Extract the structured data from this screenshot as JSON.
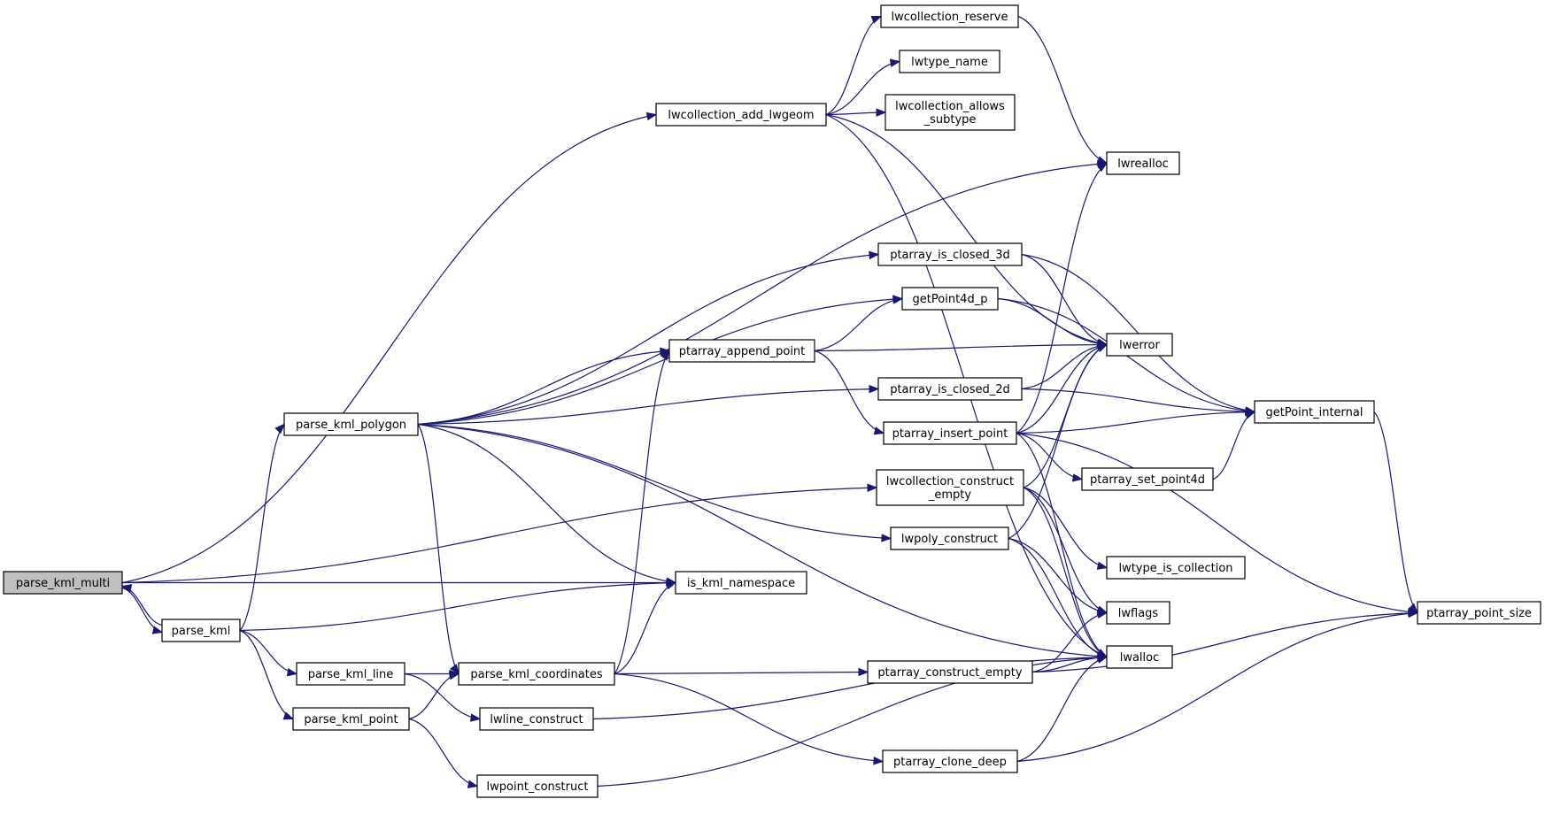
{
  "graph": {
    "root": "parse_kml_multi",
    "nodes": [
      {
        "id": "parse_kml_multi",
        "lines": [
          "parse_kml_multi"
        ]
      },
      {
        "id": "parse_kml",
        "lines": [
          "parse_kml"
        ]
      },
      {
        "id": "parse_kml_polygon",
        "lines": [
          "parse_kml_polygon"
        ]
      },
      {
        "id": "parse_kml_line",
        "lines": [
          "parse_kml_line"
        ]
      },
      {
        "id": "parse_kml_point",
        "lines": [
          "parse_kml_point"
        ]
      },
      {
        "id": "parse_kml_coordinates",
        "lines": [
          "parse_kml_coordinates"
        ]
      },
      {
        "id": "is_kml_namespace",
        "lines": [
          "is_kml_namespace"
        ]
      },
      {
        "id": "lwline_construct",
        "lines": [
          "lwline_construct"
        ]
      },
      {
        "id": "lwpoint_construct",
        "lines": [
          "lwpoint_construct"
        ]
      },
      {
        "id": "lwcollection_add_lwgeom",
        "lines": [
          "lwcollection_add_lwgeom"
        ]
      },
      {
        "id": "ptarray_append_point",
        "lines": [
          "ptarray_append_point"
        ]
      },
      {
        "id": "lwcollection_reserve",
        "lines": [
          "lwcollection_reserve"
        ]
      },
      {
        "id": "lwtype_name",
        "lines": [
          "lwtype_name"
        ]
      },
      {
        "id": "lwcollection_allows_subtype",
        "lines": [
          "lwcollection_allows",
          "_subtype"
        ]
      },
      {
        "id": "ptarray_is_closed_3d",
        "lines": [
          "ptarray_is_closed_3d"
        ]
      },
      {
        "id": "getPoint4d_p",
        "lines": [
          "getPoint4d_p"
        ]
      },
      {
        "id": "ptarray_is_closed_2d",
        "lines": [
          "ptarray_is_closed_2d"
        ]
      },
      {
        "id": "ptarray_insert_point",
        "lines": [
          "ptarray_insert_point"
        ]
      },
      {
        "id": "lwcollection_construct_empty",
        "lines": [
          "lwcollection_construct",
          "_empty"
        ]
      },
      {
        "id": "lwpoly_construct",
        "lines": [
          "lwpoly_construct"
        ]
      },
      {
        "id": "ptarray_construct_empty",
        "lines": [
          "ptarray_construct_empty"
        ]
      },
      {
        "id": "ptarray_clone_deep",
        "lines": [
          "ptarray_clone_deep"
        ]
      },
      {
        "id": "lwrealloc",
        "lines": [
          "lwrealloc"
        ]
      },
      {
        "id": "lwerror",
        "lines": [
          "lwerror"
        ]
      },
      {
        "id": "lwtype_is_collection",
        "lines": [
          "lwtype_is_collection"
        ]
      },
      {
        "id": "lwflags",
        "lines": [
          "lwflags"
        ]
      },
      {
        "id": "lwalloc",
        "lines": [
          "lwalloc"
        ]
      },
      {
        "id": "ptarray_set_point4d",
        "lines": [
          "ptarray_set_point4d"
        ]
      },
      {
        "id": "getPoint_internal",
        "lines": [
          "getPoint_internal"
        ]
      },
      {
        "id": "ptarray_point_size",
        "lines": [
          "ptarray_point_size"
        ]
      }
    ],
    "edges": [
      {
        "from": "parse_kml_multi",
        "to": "lwcollection_add_lwgeom"
      },
      {
        "from": "parse_kml_multi",
        "to": "lwcollection_construct_empty"
      },
      {
        "from": "parse_kml_multi",
        "to": "is_kml_namespace"
      },
      {
        "from": "parse_kml_multi",
        "to": "parse_kml"
      },
      {
        "from": "parse_kml",
        "to": "parse_kml_multi"
      },
      {
        "from": "parse_kml",
        "to": "parse_kml_polygon"
      },
      {
        "from": "parse_kml",
        "to": "is_kml_namespace"
      },
      {
        "from": "parse_kml",
        "to": "parse_kml_line"
      },
      {
        "from": "parse_kml",
        "to": "parse_kml_point"
      },
      {
        "from": "parse_kml_polygon",
        "to": "lwrealloc"
      },
      {
        "from": "parse_kml_polygon",
        "to": "ptarray_is_closed_3d"
      },
      {
        "from": "parse_kml_polygon",
        "to": "getPoint4d_p"
      },
      {
        "from": "parse_kml_polygon",
        "to": "ptarray_append_point"
      },
      {
        "from": "parse_kml_polygon",
        "to": "ptarray_is_closed_2d"
      },
      {
        "from": "parse_kml_polygon",
        "to": "lwpoly_construct"
      },
      {
        "from": "parse_kml_polygon",
        "to": "lwalloc"
      },
      {
        "from": "parse_kml_polygon",
        "to": "is_kml_namespace"
      },
      {
        "from": "parse_kml_polygon",
        "to": "parse_kml_coordinates"
      },
      {
        "from": "parse_kml_line",
        "to": "parse_kml_coordinates"
      },
      {
        "from": "parse_kml_line",
        "to": "lwline_construct"
      },
      {
        "from": "parse_kml_point",
        "to": "parse_kml_coordinates"
      },
      {
        "from": "parse_kml_point",
        "to": "lwpoint_construct"
      },
      {
        "from": "parse_kml_coordinates",
        "to": "is_kml_namespace"
      },
      {
        "from": "parse_kml_coordinates",
        "to": "ptarray_append_point"
      },
      {
        "from": "parse_kml_coordinates",
        "to": "ptarray_construct_empty"
      },
      {
        "from": "parse_kml_coordinates",
        "to": "ptarray_clone_deep"
      },
      {
        "from": "lwline_construct",
        "to": "lwalloc"
      },
      {
        "from": "lwpoint_construct",
        "to": "lwalloc"
      },
      {
        "from": "lwcollection_add_lwgeom",
        "to": "lwcollection_reserve"
      },
      {
        "from": "lwcollection_add_lwgeom",
        "to": "lwtype_name"
      },
      {
        "from": "lwcollection_add_lwgeom",
        "to": "lwcollection_allows_subtype"
      },
      {
        "from": "lwcollection_add_lwgeom",
        "to": "lwerror"
      },
      {
        "from": "lwcollection_add_lwgeom",
        "to": "lwalloc"
      },
      {
        "from": "lwcollection_reserve",
        "to": "lwrealloc"
      },
      {
        "from": "ptarray_append_point",
        "to": "getPoint4d_p"
      },
      {
        "from": "ptarray_append_point",
        "to": "lwerror"
      },
      {
        "from": "ptarray_append_point",
        "to": "ptarray_insert_point"
      },
      {
        "from": "ptarray_is_closed_3d",
        "to": "lwerror"
      },
      {
        "from": "ptarray_is_closed_3d",
        "to": "getPoint_internal"
      },
      {
        "from": "getPoint4d_p",
        "to": "lwerror"
      },
      {
        "from": "getPoint4d_p",
        "to": "getPoint_internal"
      },
      {
        "from": "ptarray_is_closed_2d",
        "to": "lwerror"
      },
      {
        "from": "ptarray_is_closed_2d",
        "to": "getPoint_internal"
      },
      {
        "from": "ptarray_insert_point",
        "to": "lwrealloc"
      },
      {
        "from": "ptarray_insert_point",
        "to": "lwerror"
      },
      {
        "from": "ptarray_insert_point",
        "to": "getPoint_internal"
      },
      {
        "from": "ptarray_insert_point",
        "to": "ptarray_set_point4d"
      },
      {
        "from": "ptarray_insert_point",
        "to": "ptarray_point_size"
      },
      {
        "from": "ptarray_insert_point",
        "to": "lwalloc"
      },
      {
        "from": "ptarray_set_point4d",
        "to": "getPoint_internal"
      },
      {
        "from": "getPoint_internal",
        "to": "ptarray_point_size"
      },
      {
        "from": "lwcollection_construct_empty",
        "to": "lwerror"
      },
      {
        "from": "lwcollection_construct_empty",
        "to": "lwtype_is_collection"
      },
      {
        "from": "lwcollection_construct_empty",
        "to": "lwflags"
      },
      {
        "from": "lwcollection_construct_empty",
        "to": "lwalloc"
      },
      {
        "from": "lwpoly_construct",
        "to": "lwerror"
      },
      {
        "from": "lwpoly_construct",
        "to": "lwflags"
      },
      {
        "from": "lwpoly_construct",
        "to": "lwalloc"
      },
      {
        "from": "ptarray_construct_empty",
        "to": "lwflags"
      },
      {
        "from": "ptarray_construct_empty",
        "to": "lwalloc"
      },
      {
        "from": "ptarray_construct_empty",
        "to": "ptarray_point_size"
      },
      {
        "from": "ptarray_clone_deep",
        "to": "lwalloc"
      },
      {
        "from": "ptarray_clone_deep",
        "to": "ptarray_point_size"
      }
    ]
  }
}
